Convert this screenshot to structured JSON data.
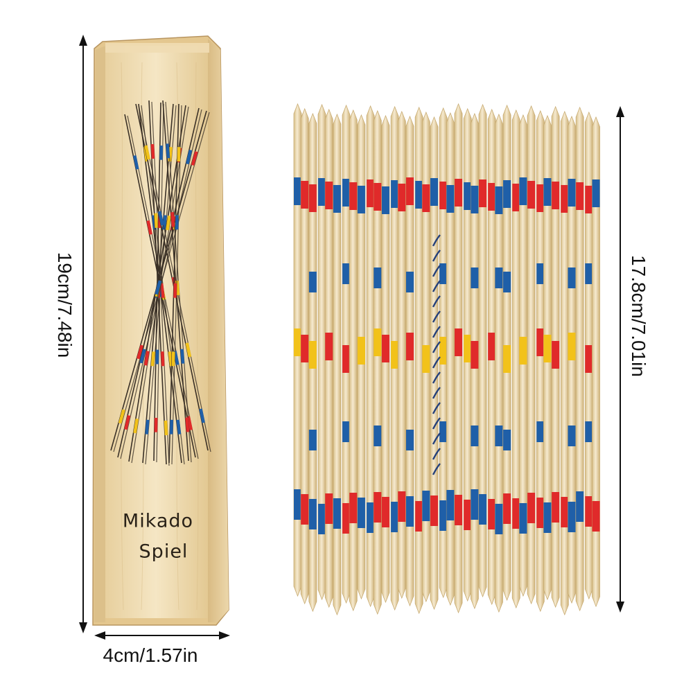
{
  "product": {
    "box_text_line1": "Mikado",
    "box_text_line2": "Spiel"
  },
  "dimensions": {
    "box_height": "19cm/7.48in",
    "sticks_length": "17.8cm/7.01in",
    "box_width": "4cm/1.57in"
  },
  "colors": {
    "wood_light": "#f3e3bd",
    "wood_mid": "#ead3a2",
    "wood_dark": "#c9a96e",
    "stick_red": "#e02a2a",
    "stick_blue": "#1f5fa8",
    "stick_yellow": "#f2c21a"
  }
}
